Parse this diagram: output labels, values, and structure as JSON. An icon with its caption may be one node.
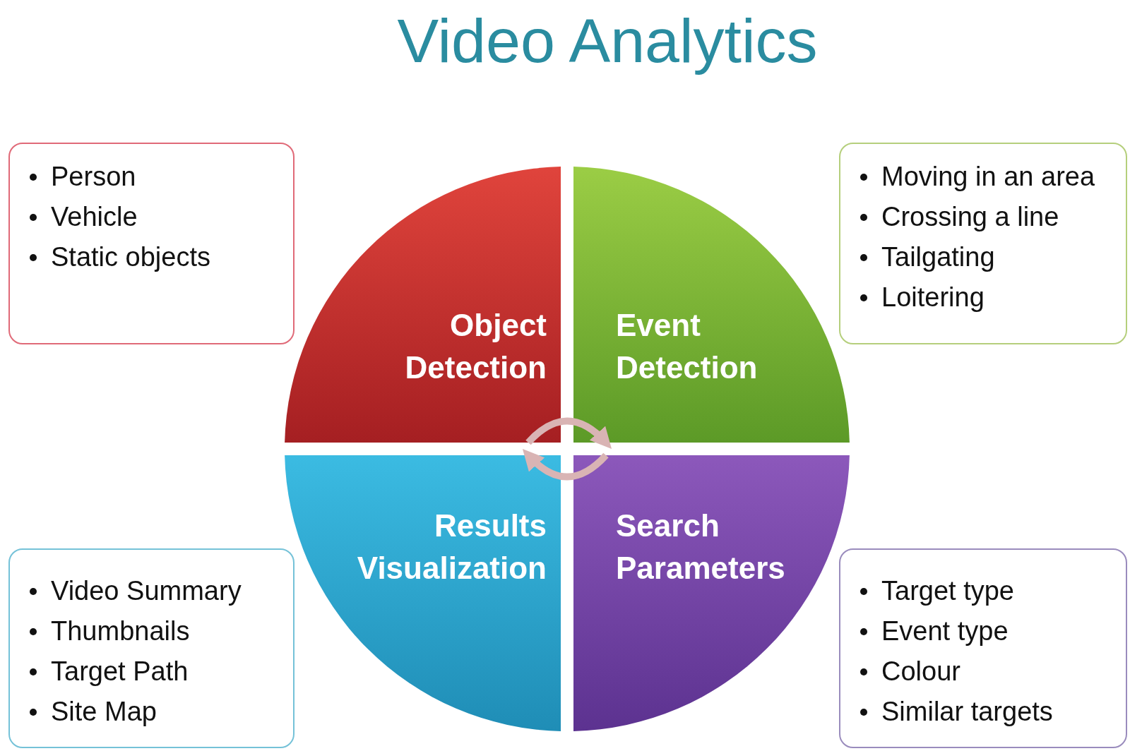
{
  "diagram": {
    "title": "Video Analytics",
    "nodes": [
      {
        "text": [
          "Person",
          "Vehicle",
          "Static objects"
        ]
      },
      {
        "text": [
          "Moving in an area",
          "Crossing a line",
          "Tailgating",
          "Loitering"
        ]
      },
      {
        "text": [
          "Object Detection"
        ]
      },
      {
        "text": [
          "Event Detection"
        ]
      },
      {
        "text": [
          "Results Visualization"
        ]
      },
      {
        "text": [
          "Search Parameters"
        ]
      },
      {
        "text": [
          "Video Summary",
          "Thumbnails",
          "Target Path",
          "Site Map"
        ]
      },
      {
        "text": [
          "Target type",
          "Event type",
          "Colour",
          "Similar targets"
        ]
      }
    ],
    "edges": [
      {
        "from": 2,
        "to": 3,
        "arrow": "to"
      },
      {
        "from": 5,
        "to": 4,
        "arrow": "to"
      }
    ]
  }
}
